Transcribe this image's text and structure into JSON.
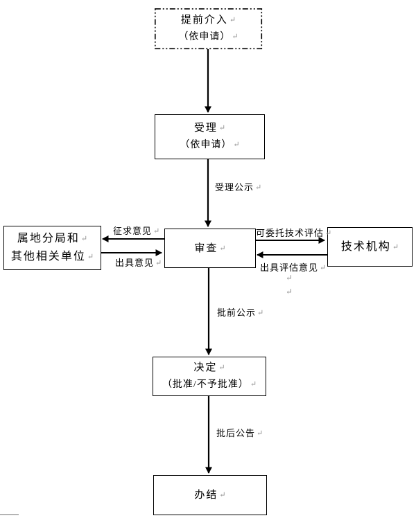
{
  "diagram": {
    "return_mark": "↵",
    "colors": {
      "line": "#000000",
      "box_border": "#000000",
      "return_mark_gray": "#909090",
      "background": "#ffffff"
    },
    "boxes": {
      "early_intervention": {
        "lines": [
          "提前介入",
          "（依申请）"
        ]
      },
      "acceptance": {
        "lines": [
          "受理",
          "（依申请）"
        ]
      },
      "review": {
        "lines": [
          "审查"
        ]
      },
      "local_bureau": {
        "lines": [
          "属地分局和",
          "其他相关单位"
        ]
      },
      "technical_agency": {
        "lines": [
          "技术机构"
        ]
      },
      "decision": {
        "lines": [
          "决定",
          "（批准/不予批准）"
        ]
      },
      "completion": {
        "lines": [
          "办结"
        ]
      }
    },
    "edge_labels": {
      "acceptance_publicity": "受理公示",
      "seek_opinions": "征求意见",
      "issue_opinions": "出具意见",
      "entrust_technical_evaluation": "可委托技术评估",
      "issue_evaluation_opinions": "出具评估意见",
      "pre_approval_publicity": "批前公示",
      "post_approval_announcement": "批后公告"
    }
  }
}
